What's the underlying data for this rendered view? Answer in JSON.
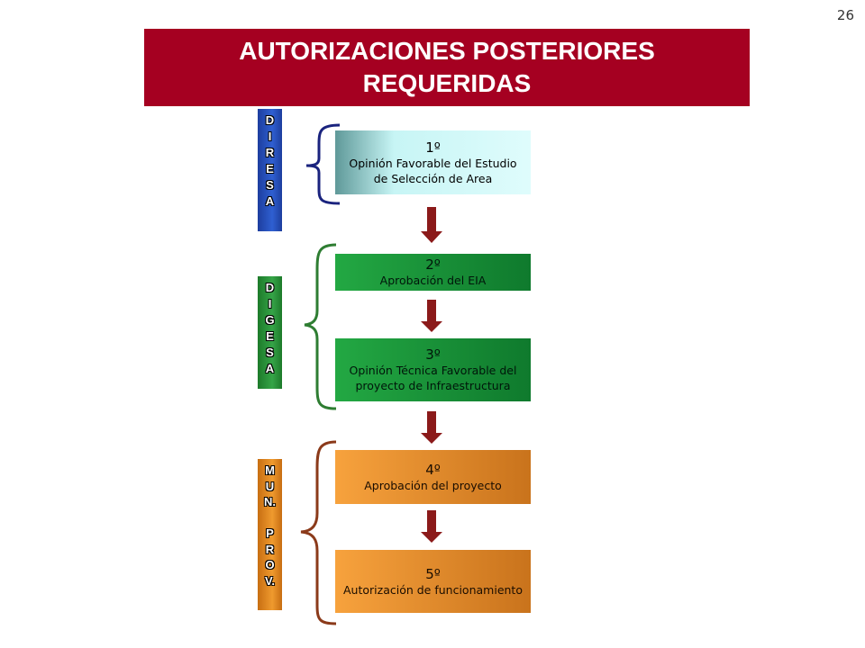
{
  "page_number": "26",
  "title": "AUTORIZACIONES POSTERIORES\nREQUERIDAS",
  "labels": {
    "diresa": [
      "D",
      "I",
      "R",
      "E",
      "S",
      "A"
    ],
    "digesa": [
      "D",
      "I",
      "G",
      "E",
      "S",
      "A"
    ],
    "mun_prov": [
      "M",
      "U",
      "N.",
      "",
      "P",
      "R",
      "O",
      "V."
    ]
  },
  "steps": [
    {
      "num": "1º",
      "text": "Opinión Favorable  del Estudio\nde Selección de Area"
    },
    {
      "num": "2º",
      "text": "Aprobación del EIA"
    },
    {
      "num": "3º",
      "text": "Opinión Técnica Favorable del\nproyecto de Infraestructura"
    },
    {
      "num": "4º",
      "text": "Aprobación del proyecto"
    },
    {
      "num": "5º",
      "text": "Autorización de funcionamiento"
    }
  ],
  "colors": {
    "title_bg": "#a50021",
    "diresa": "#1d3e9e",
    "digesa": "#1d7a2a",
    "mun_prov": "#c76e12",
    "arrow": "#8b1a1a",
    "brace_diresa": "#1a237e",
    "brace_digesa": "#2e7d32",
    "brace_mun": "#8b3a1a"
  }
}
